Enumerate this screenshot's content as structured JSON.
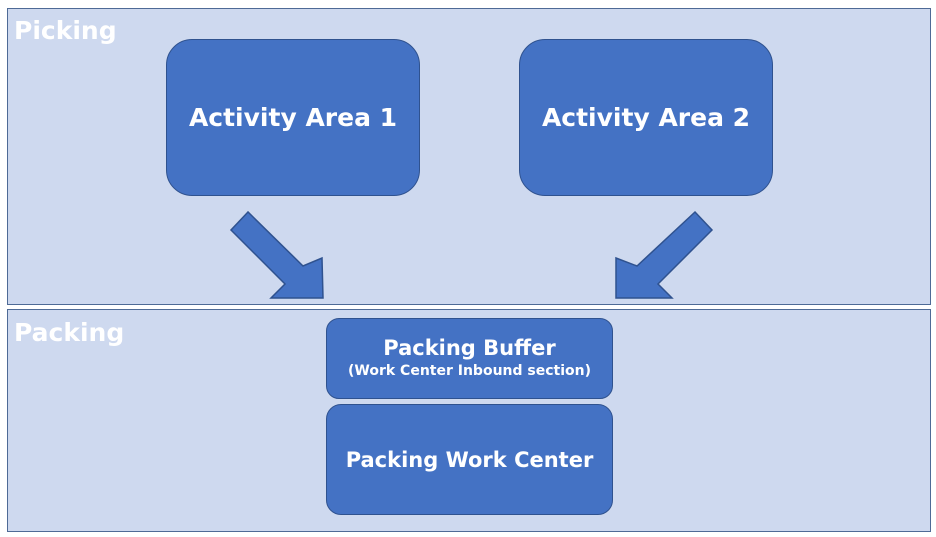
{
  "colors": {
    "zone_fill": "#ced9ef",
    "zone_border": "#4e6a96",
    "box_fill": "#4472c4",
    "box_border": "#2f528f",
    "text": "#ffffff"
  },
  "zones": {
    "picking": {
      "label": "Picking"
    },
    "packing": {
      "label": "Packing"
    }
  },
  "boxes": {
    "activity_area_1": "Activity Area 1",
    "activity_area_2": "Activity Area 2",
    "packing_buffer": {
      "title": "Packing Buffer",
      "subtitle": "(Work Center Inbound section)"
    },
    "packing_work_center": "Packing Work Center"
  },
  "arrows": [
    {
      "from": "activity_area_1",
      "to": "packing_buffer",
      "icon": "arrow-down-right-icon"
    },
    {
      "from": "activity_area_2",
      "to": "packing_buffer",
      "icon": "arrow-down-left-icon"
    }
  ]
}
